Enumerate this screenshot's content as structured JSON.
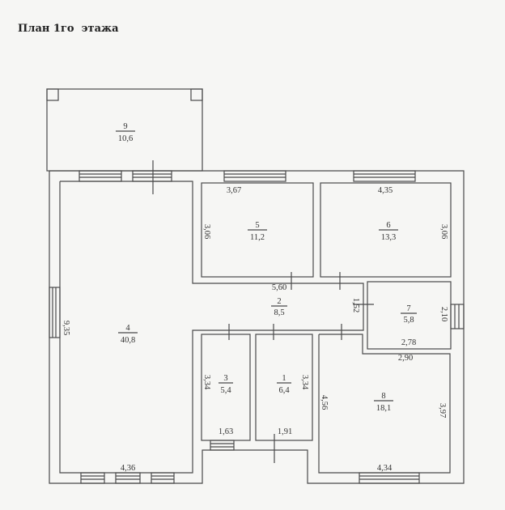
{
  "title": "План 1го  этажа",
  "rooms": [
    {
      "number": "9",
      "area": "10,6"
    },
    {
      "number": "5",
      "area": "11,2"
    },
    {
      "number": "6",
      "area": "13,3"
    },
    {
      "number": "2",
      "area": "8,5"
    },
    {
      "number": "7",
      "area": "5,8"
    },
    {
      "number": "4",
      "area": "40,8"
    },
    {
      "number": "3",
      "area": "5,4"
    },
    {
      "number": "1",
      "area": "6,4"
    },
    {
      "number": "8",
      "area": "18,1"
    }
  ],
  "dimensions": {
    "room5_width": "3,67",
    "room6_width": "4,35",
    "room5_height": "3,06",
    "room6_height": "3,06",
    "corridor_length": "5,60",
    "corridor_width": "1,52",
    "room7_height": "2,10",
    "room7_width": "2,78",
    "room8_top_width": "2,90",
    "room4_height": "9,35",
    "room3_height": "3,34",
    "room1_height": "3,34",
    "room3_width": "1,63",
    "room1_width": "1,91",
    "room8_left_height": "4,56",
    "room8_right_height": "3,97",
    "room4_width": "4,36",
    "room8_width": "4,34"
  }
}
